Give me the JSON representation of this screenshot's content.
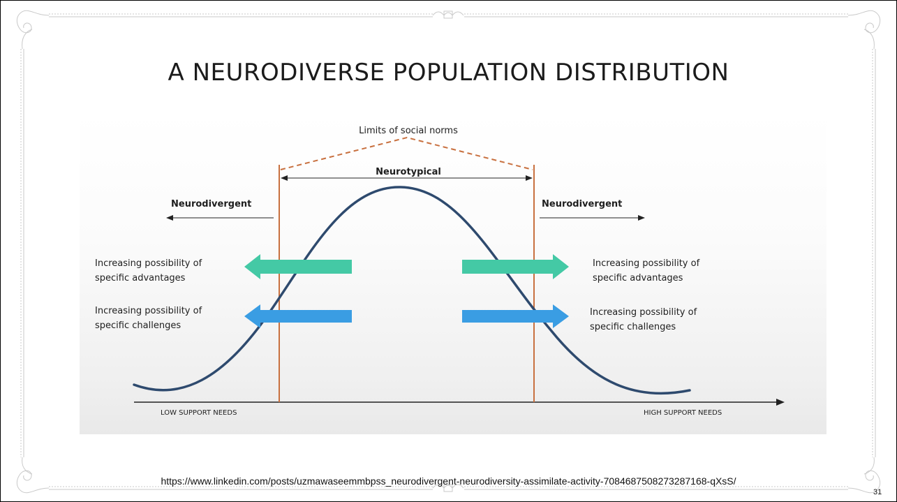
{
  "slide": {
    "title": "A NEURODIVERSE POPULATION DISTRIBUTION",
    "source_url": "https://www.linkedin.com/posts/uzmawaseemmbpss_neurodivergent-neurodiversity-assimilate-activity-7084687508273287168-qXsS/",
    "page_number": "31"
  },
  "diagram": {
    "limits_label": "Limits of social norms",
    "center_label": "Neurotypical",
    "left_label": "Neurodivergent",
    "right_label": "Neurodivergent",
    "advantages_left": [
      "Increasing possibility of",
      "specific advantages"
    ],
    "challenges_left": [
      "Increasing possibility of",
      "specific challenges"
    ],
    "advantages_right": [
      "Increasing possibility of",
      "specific advantages"
    ],
    "challenges_right": [
      "Increasing possibility of",
      "specific challenges"
    ],
    "axis_low_label": "LOW SUPPORT NEEDS",
    "axis_high_label": "HIGH SUPPORT NEEDS",
    "colors": {
      "curve": "#2e4a6e",
      "limit_lines": "#c8703f",
      "advantage_arrow": "#44c9a5",
      "challenge_arrow": "#3a9de3",
      "axis": "#222222"
    }
  }
}
